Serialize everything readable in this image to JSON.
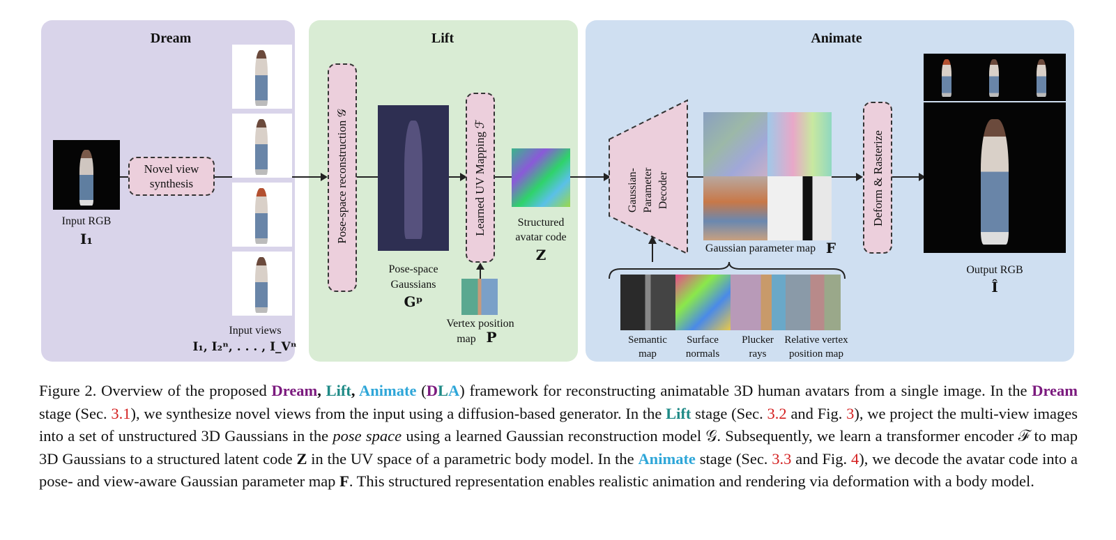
{
  "panels": {
    "dream": "Dream",
    "lift": "Lift",
    "animate": "Animate"
  },
  "dream": {
    "input_label": "Input RGB",
    "input_symbol": "I₁",
    "nvs_line1": "Novel view",
    "nvs_line2": "synthesis",
    "views_label": "Input views",
    "views_symbol": "I₁, I₂ⁿ, . . . , I_Vⁿ"
  },
  "lift": {
    "recon_label": "Pose-space reconstruction 𝒢",
    "gauss_line1": "Pose-space",
    "gauss_line2": "Gaussians",
    "gauss_symbol": "Gᵖ",
    "uv_label": "Learned UV Mapping ℱ",
    "code_line1": "Structured",
    "code_line2": "avatar code",
    "code_symbol": "Z",
    "vertex_line1": "Vertex position",
    "vertex_line2": "map",
    "vertex_symbol": "P"
  },
  "animate": {
    "decoder_line1": "Gaussian-",
    "decoder_line2": "Parameter",
    "decoder_line3": "Decoder",
    "param_map_label": "Gaussian parameter map",
    "param_map_symbol": "F",
    "deform_label": "Deform & Rasterize",
    "output_label": "Output RGB",
    "output_symbol": "Î",
    "cond_maps": [
      {
        "line1": "Semantic",
        "line2": "map"
      },
      {
        "line1": "Surface",
        "line2": "normals"
      },
      {
        "line1": "Plucker",
        "line2": "rays"
      },
      {
        "line1": "Relative vertex",
        "line2": "position map"
      }
    ]
  },
  "caption": {
    "fig": "Figure 2.",
    "t1": " Overview of the proposed ",
    "dream": "Dream",
    "comma1": ", ",
    "lift": "Lift",
    "comma2": ", ",
    "animate": "Animate",
    "paren_open": " (",
    "d": "D",
    "l": "L",
    "a": "A",
    "t2": ") framework for reconstructing animatable 3D human avatars from a single image. In the ",
    "dream2": "Dream",
    "t3": " stage (Sec. ",
    "ref31": "3.1",
    "t4": "), we synthesize novel views from the input using a diffusion-based generator. In the ",
    "lift2": "Lift",
    "t5": " stage (Sec. ",
    "ref32": "3.2",
    "t6": " and Fig. ",
    "ref3": "3",
    "t7": "), we project the multi-view images into a set of unstructured 3D Gaussians in the ",
    "pose_space": "pose space",
    "t8": " using a learned Gaussian reconstruction model 𝒢. Subsequently, we learn a transformer encoder ℱ to map 3D Gaussians to a structured latent code ",
    "z": "Z",
    "t9": " in the UV space of a parametric body model. In the ",
    "animate2": "Animate",
    "t10": " stage (Sec. ",
    "ref33": "3.3",
    "t11": " and Fig. ",
    "ref4": "4",
    "t12": "), we decode the avatar code into a pose- and view-aware Gaussian parameter map ",
    "f": "F",
    "t13": ". This structured representation enables realistic animation and rendering via deformation with a body model."
  }
}
